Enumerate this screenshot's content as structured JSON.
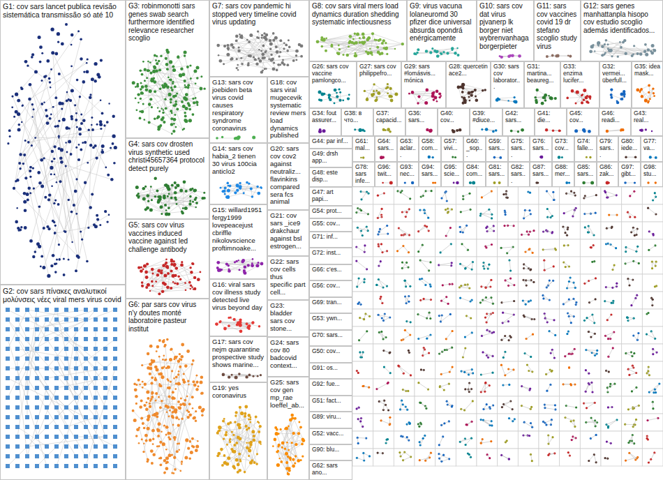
{
  "diagram": {
    "nodes": [
      {
        "text": [
          "G1: cov sars lancet publica revisão sistemática transmissão só até 10"
        ]
      },
      {
        "text": [
          "G2: cov sars πίνακες αναλυτικοί μολύνσεις νέες viral mers virus covid"
        ]
      },
      {
        "text": [
          "G3: robinmonotti sars genes swab search furthermore identified relevance researcher scoglio"
        ]
      },
      {
        "text": [
          "G4: sars cov drosten virus synthetic used christi45657364 protocol detect purely"
        ]
      },
      {
        "text": [
          "G5: sars cov virus vaccines induced vaccine against led challenge antibody"
        ]
      },
      {
        "text": [
          "G6: par sars cov virus n'y doutes monté laboratoire pasteur institut"
        ]
      },
      {
        "text": [
          "G7: sars cov pandemic hi stopped very timeline covid virus updating"
        ]
      },
      {
        "text": [
          "G13: sars cov joebiden beta virus covid causes respiratory syndrome coronavirus"
        ]
      },
      {
        "text": [
          "G14: sars cov habia_2 tienen 30 virus 100cia anticlo2"
        ]
      },
      {
        "text": [
          "G15: willard1951 fergy1999 lovepeacejust cbriffle nikolovscience proftimnoake..."
        ]
      },
      {
        "text": [
          "G16: viral sars cov illness study detected live virus beyond day"
        ]
      },
      {
        "text": [
          "G17: sars cov nejm quarantine prospective study shows marine..."
        ]
      },
      {
        "text": [
          "G19: yes coronavirus"
        ]
      },
      {
        "text": [
          "G18: cov sars viral mugecevik systematic review mers load dynamics published"
        ]
      },
      {
        "text": [
          "G20: sars cov cov2 against neutraliz... flavinkins compared sera fcs animal"
        ]
      },
      {
        "text": [
          "G21: cov sars _ice9 drakchaur against bsl estrogen..."
        ]
      },
      {
        "text": [
          "G22: sars cov cells thus specific part cell..."
        ]
      },
      {
        "text": [
          "G23: bladder sars cov stone..."
        ]
      },
      {
        "text": [
          "G24: sars cov 80 badcovid context..."
        ]
      },
      {
        "text": [
          "G25: sars cov gen mp_rae loeffel_ab..."
        ]
      },
      {
        "text": [
          "G8: cov sars viral mers load dynamics duration shedding systematic infectiousness"
        ]
      },
      {
        "text": [
          "G9: virus vacuna lolaneuromd 30 pfizer dice universal absurda opondrá enérgicamente"
        ]
      },
      {
        "text": [
          "G10: sars cov dat virus pjvanerp lk borger niet wybrenvanhaga borgerpieter"
        ]
      },
      {
        "text": [
          "G11: sars cov vaccines covid 19 dr stefano scoglio study virus"
        ]
      },
      {
        "text": [
          "G12: sars genes manhattanpla hisopo cov estudio scoglio además identificados..."
        ]
      },
      {
        "text": [
          "G26: sars cov vaccine pamlongco..."
        ]
      },
      {
        "text": [
          "G27: sars cov philippefro..."
        ]
      },
      {
        "text": [
          "G29: sars #lomásvis... mónica"
        ]
      },
      {
        "text": [
          "G28: quercetin ace2..."
        ]
      },
      {
        "text": [
          "G30: sars cov laborator..."
        ]
      },
      {
        "text": [
          "G31: martina... beaureg..."
        ]
      },
      {
        "text": [
          "G33: enzima lucifer..."
        ]
      },
      {
        "text": [
          "G32: vermei... überfull..."
        ]
      },
      {
        "text": [
          "G35: idea mask..."
        ]
      },
      {
        "text": [
          "G34: fout assurer..."
        ]
      },
      {
        "text": [
          "G38: в что..."
        ]
      },
      {
        "text": [
          "G37: capacid..."
        ]
      },
      {
        "text": [
          "G36: sars..."
        ]
      },
      {
        "text": [
          "G40: cov..."
        ]
      },
      {
        "text": [
          "G39: #diuce..."
        ]
      },
      {
        "text": [
          "G42: sars..."
        ]
      },
      {
        "text": [
          "G41: die..."
        ]
      },
      {
        "text": [
          "G45: cov..."
        ]
      },
      {
        "text": [
          "G46: readi..."
        ]
      },
      {
        "text": [
          "G43: real..."
        ]
      },
      {
        "text": [
          "G44: par inf..."
        ]
      },
      {
        "text": [
          "G49: drsh app..."
        ]
      },
      {
        "text": [
          "G48: este disp..."
        ]
      },
      {
        "text": [
          "G47: art papi..."
        ]
      },
      {
        "text": [
          "G54: prot..."
        ]
      },
      {
        "text": [
          "G55: cov..."
        ]
      },
      {
        "text": [
          "G71: inf..."
        ]
      },
      {
        "text": [
          "G72: inst..."
        ]
      },
      {
        "text": [
          "G66: c'es..."
        ]
      },
      {
        "text": [
          "G56: cov..."
        ]
      },
      {
        "text": [
          "G69: tran..."
        ]
      },
      {
        "text": [
          "G53: ywn..."
        ]
      },
      {
        "text": [
          "G70: sars..."
        ]
      },
      {
        "text": [
          "G50: cov..."
        ]
      },
      {
        "text": [
          "G91: os..."
        ]
      },
      {
        "text": [
          "G92: fue..."
        ]
      },
      {
        "text": [
          "G51: fact..."
        ]
      },
      {
        "text": [
          "G89: viru..."
        ]
      },
      {
        "text": [
          "G52: vacc..."
        ]
      },
      {
        "text": [
          "G90: blu..."
        ]
      },
      {
        "text": [
          "G62: sars ano..."
        ]
      },
      {
        "text": [
          "G61: mal..."
        ]
      },
      {
        "text": [
          "G64: sars..."
        ]
      },
      {
        "text": [
          "G63: aclar..."
        ]
      },
      {
        "text": [
          "G58: com..."
        ]
      },
      {
        "text": [
          "G57: vivi..."
        ]
      },
      {
        "text": [
          "G60: _sop..."
        ]
      },
      {
        "text": [
          "G59: sars..."
        ]
      },
      {
        "text": [
          "G75: sars..."
        ]
      },
      {
        "text": [
          "G76: sars..."
        ]
      },
      {
        "text": [
          "G73: cov..."
        ]
      },
      {
        "text": [
          "G74: falle..."
        ]
      },
      {
        "text": [
          "G79: sars..."
        ]
      },
      {
        "text": [
          "G80: iede..."
        ]
      },
      {
        "text": [
          "G77: va..."
        ]
      },
      {
        "text": [
          "G78: sars infe..."
        ]
      },
      {
        "text": [
          "G96: twit..."
        ]
      },
      {
        "text": [
          "G93: nec..."
        ]
      },
      {
        "text": [
          "G94: sars..."
        ]
      },
      {
        "text": [
          "G95: scie..."
        ]
      },
      {
        "text": [
          "G84: com..."
        ]
      },
      {
        "text": [
          "G81: sars..."
        ]
      },
      {
        "text": [
          "G82: sars..."
        ]
      },
      {
        "text": [
          "G87: sars..."
        ]
      },
      {
        "text": [
          "G88: mer..."
        ]
      },
      {
        "text": [
          "G85: sars..."
        ]
      },
      {
        "text": [
          "G86: zak..."
        ]
      },
      {
        "text": [
          "G97: gibt..."
        ]
      },
      {
        "text": [
          "G98: stu..."
        ]
      }
    ]
  }
}
